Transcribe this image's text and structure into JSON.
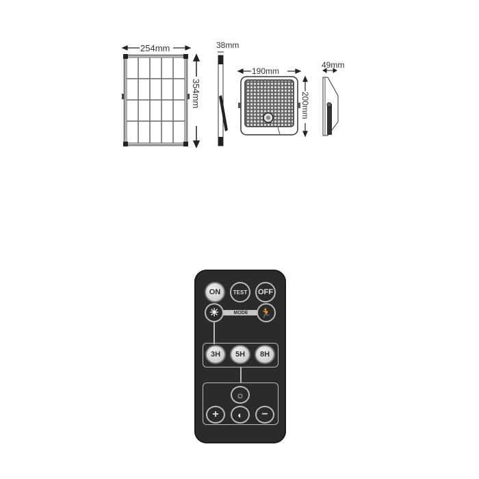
{
  "dimensions": {
    "panel_width": "254mm",
    "panel_height": "354mm",
    "panel_depth": "38mm",
    "lamp_width": "190mm",
    "lamp_height": "200mm",
    "lamp_depth": "49mm"
  },
  "remote": {
    "buttons_top": [
      {
        "label": "ON",
        "style": "light"
      },
      {
        "label": "TEST",
        "style": "dark"
      },
      {
        "label": "OFF",
        "style": "dark"
      }
    ],
    "mode": {
      "label": "MODE",
      "left_icon": "sun-icon",
      "right_icon": "motion-sensor-icon"
    },
    "timer_buttons": [
      {
        "label": "3H"
      },
      {
        "label": "5H"
      },
      {
        "label": "8H"
      }
    ],
    "brightness": {
      "top_icon": "brightness-sun-icon",
      "plus": "+",
      "minus": "−",
      "center_icon": "half-brightness-icon"
    }
  },
  "colors": {
    "remote_body": "#2b2b2b",
    "button_light": "#d8d8d8",
    "outline": "#bbbbbb",
    "drawing": "#222222"
  }
}
